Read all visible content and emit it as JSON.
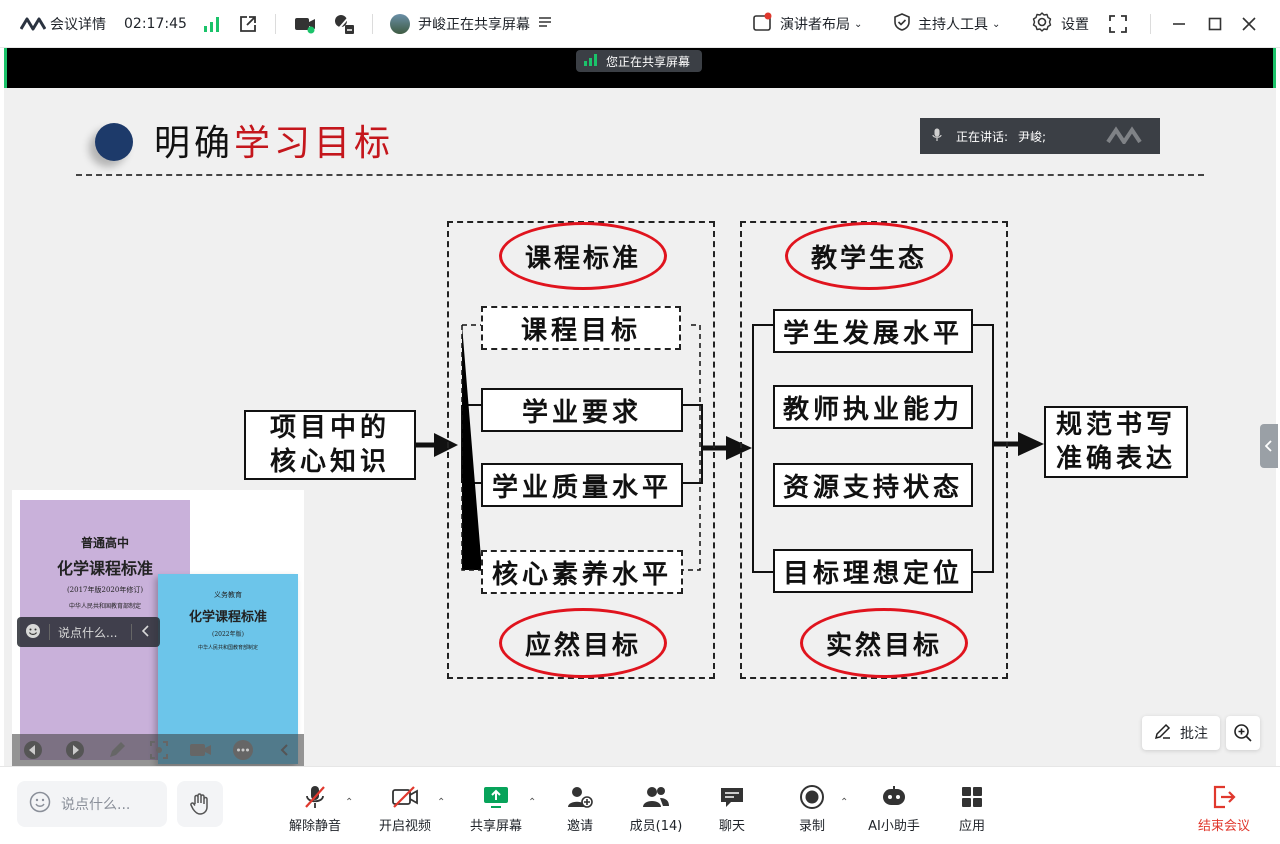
{
  "titlebar": {
    "meeting_details": "会议详情",
    "elapsed_time": "02:17:45",
    "sharer_status": "尹峻正在共享屏幕",
    "presenter_layout": "演讲者布局",
    "host_tools": "主持人工具",
    "settings": "设置"
  },
  "share": {
    "you_are_sharing": "您正在共享屏幕"
  },
  "speaking": {
    "label": "正在讲话:",
    "name": "尹峻;"
  },
  "slide": {
    "title_black": "明确",
    "title_red": "学习目标",
    "left_source": "项目中的",
    "left_source2": "核心知识",
    "panel1": {
      "top_oval": "课程标准",
      "items": [
        "课程目标",
        "学业要求",
        "学业质量水平",
        "核心素养水平"
      ],
      "bottom_oval": "应然目标"
    },
    "panel2": {
      "top_oval": "教学生态",
      "items": [
        "学生发展水平",
        "教师执业能力",
        "资源支持状态",
        "目标理想定位"
      ],
      "bottom_oval": "实然目标"
    },
    "result_line1": "规范书写",
    "result_line2": "准确表达"
  },
  "thumbnail": {
    "book1_line1": "普通高中",
    "book1_line2": "化学课程标准",
    "book1_line3": "(2017年版2020年修订)",
    "book1_line4": "中华人民共和国教育部制定",
    "book2_line1": "义务教育",
    "book2_line2": "化学课程标准",
    "book2_line3": "(2022年版)",
    "book2_line4": "中华人民共和国教育部制定"
  },
  "floating_chat": {
    "placeholder": "说点什么..."
  },
  "annotate": {
    "label": "批注"
  },
  "toolbar": {
    "chat_placeholder": "说点什么...",
    "unmute": "解除静音",
    "start_video": "开启视频",
    "share_screen": "共享屏幕",
    "invite": "邀请",
    "members": "成员(14)",
    "chat": "聊天",
    "record": "录制",
    "ai_assistant": "AI小助手",
    "apps": "应用",
    "end_meeting": "结束会议"
  },
  "colors": {
    "accent_green": "#1bc36a",
    "share_green": "#07a35a",
    "end_red": "#e0382d",
    "slide_red": "#c4161c",
    "oval_red": "#e0141e",
    "navy_dot": "#1d3a6a"
  }
}
